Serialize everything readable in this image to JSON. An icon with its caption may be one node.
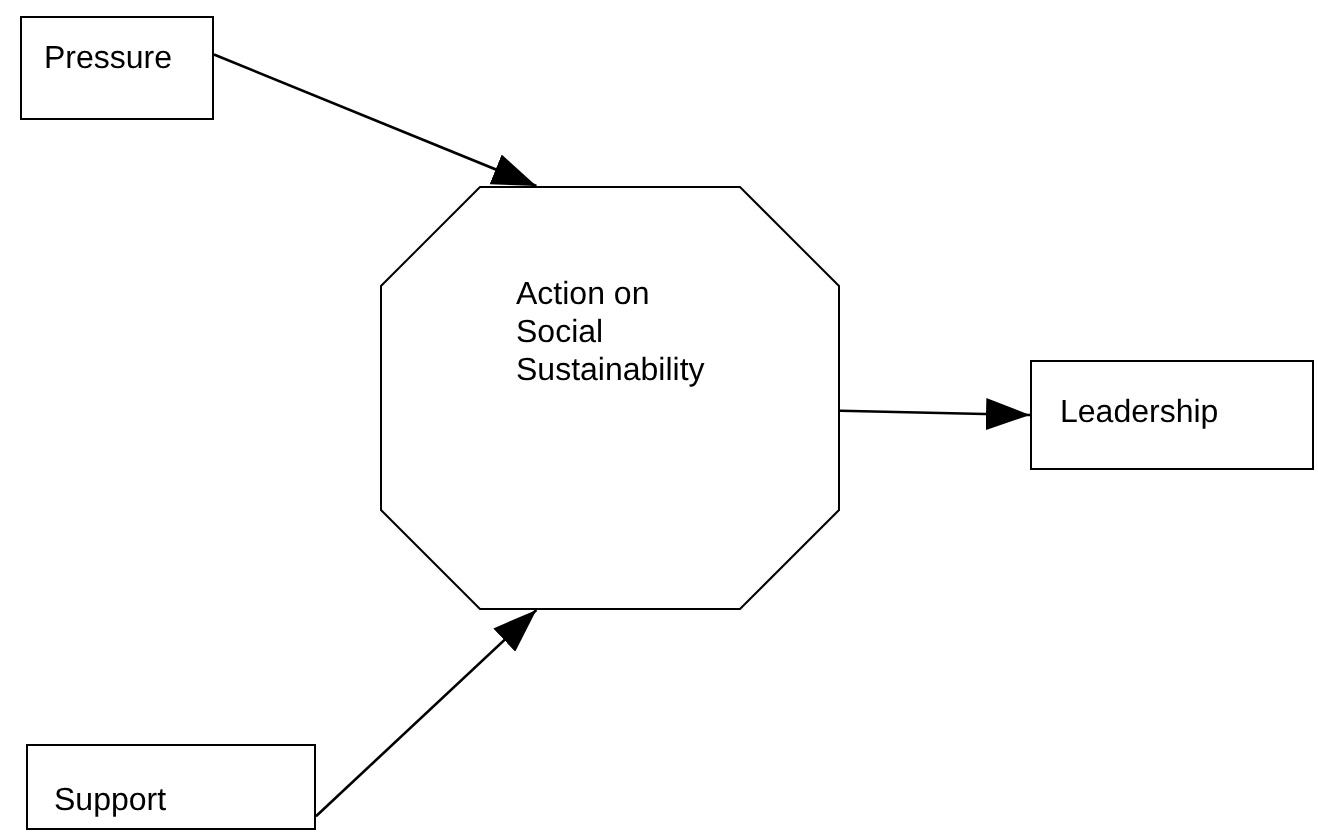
{
  "diagram": {
    "nodes": [
      {
        "text": [
          "Pressure"
        ]
      },
      {
        "text": [
          "Action on Social Sustainability"
        ]
      },
      {
        "text": [
          "Leadership"
        ]
      },
      {
        "text": [
          "Support"
        ]
      }
    ],
    "edges": [
      {
        "from": 0,
        "to": 1,
        "arrow": "to"
      },
      {
        "from": 3,
        "to": 1,
        "arrow": "to"
      },
      {
        "from": 1,
        "to": 2,
        "arrow": "to"
      }
    ]
  }
}
